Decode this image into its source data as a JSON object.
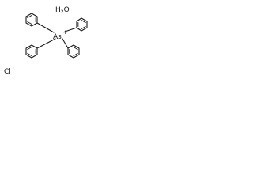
{
  "cation": {
    "center_atom": "As",
    "charge": "+"
  },
  "anion": {
    "symbol": "Cl",
    "charge": "-"
  },
  "hydrate": {
    "h": "H",
    "count": "2",
    "o": "O"
  }
}
